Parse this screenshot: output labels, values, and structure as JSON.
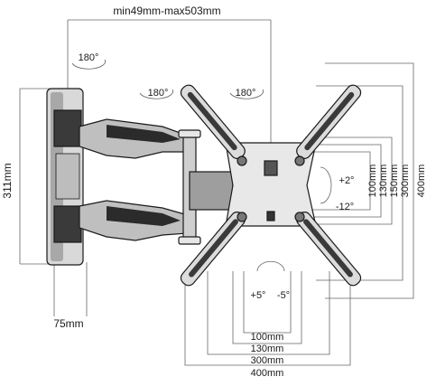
{
  "dimensions": {
    "top_span": "min49mm-max503mm",
    "height": "311mm",
    "depth": "75mm"
  },
  "rotations": {
    "left": "180°",
    "center": "180°",
    "right": "180°"
  },
  "tilt": {
    "up": "+2°",
    "down": "-12°"
  },
  "swivel": {
    "left": "+5°",
    "right": "-5°"
  },
  "vesa_vertical": [
    "100mm",
    "130mm",
    "150mm",
    "300mm",
    "400mm"
  ],
  "vesa_horizontal": [
    "100mm",
    "130mm",
    "300mm",
    "400mm"
  ]
}
